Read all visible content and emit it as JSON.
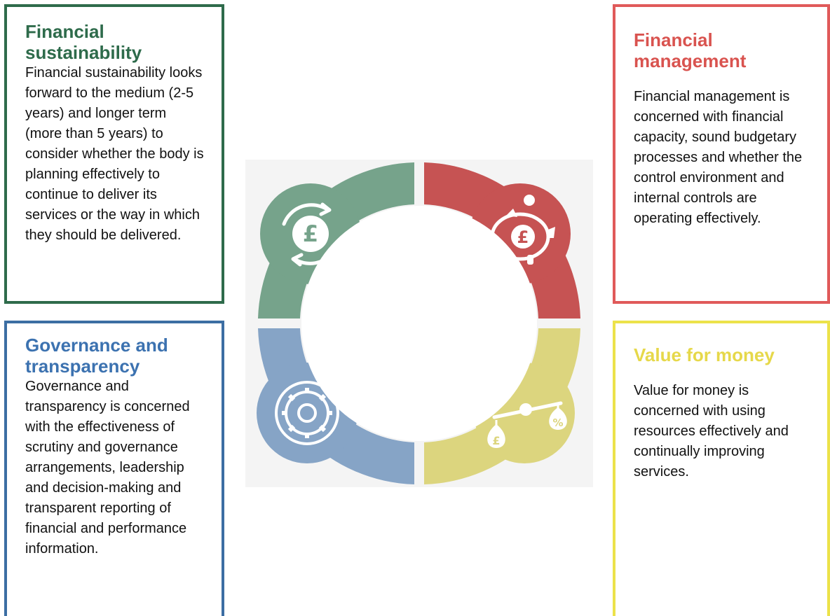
{
  "colors": {
    "financial_sustainability": "#2e6b4b",
    "financial_management": "#d9534f",
    "governance_and_transparency": "#3c72b0",
    "value_for_money": "#e6d84a",
    "ring_green": "#76a38b",
    "ring_red": "#c65353",
    "ring_blue": "#86a4c6",
    "ring_yellow": "#dcd57e"
  },
  "icons": {
    "financial_sustainability": "pound-cycle-icon",
    "financial_management": "piggy-bank-pound-icon",
    "governance_and_transparency": "gear-icon",
    "value_for_money": "balance-scale-icon"
  },
  "financial_sustainability": {
    "title": "Financial sustainability",
    "text": "Financial sustainability looks forward to the medium (2-5 years) and longer term (more than 5 years) to consider whether the body is planning effectively to continue to deliver its services or the way in which they should be delivered."
  },
  "financial_management": {
    "title": "Financial management",
    "text": "Financial management is concerned with financial capacity, sound budgetary processes and whether the control environment and internal controls are operating effectively."
  },
  "governance_and_transparency": {
    "title": "Governance and transparency",
    "text": "Governance and transparency is concerned with the effectiveness of scrutiny and governance arrangements, leadership and decision-making and transparent reporting of financial and performance information."
  },
  "value_for_money": {
    "title": "Value for money",
    "text": "Value for money is concerned with using resources effectively and continually improving services."
  },
  "diagram_glyphs": {
    "pound": "£",
    "percent": "%"
  }
}
